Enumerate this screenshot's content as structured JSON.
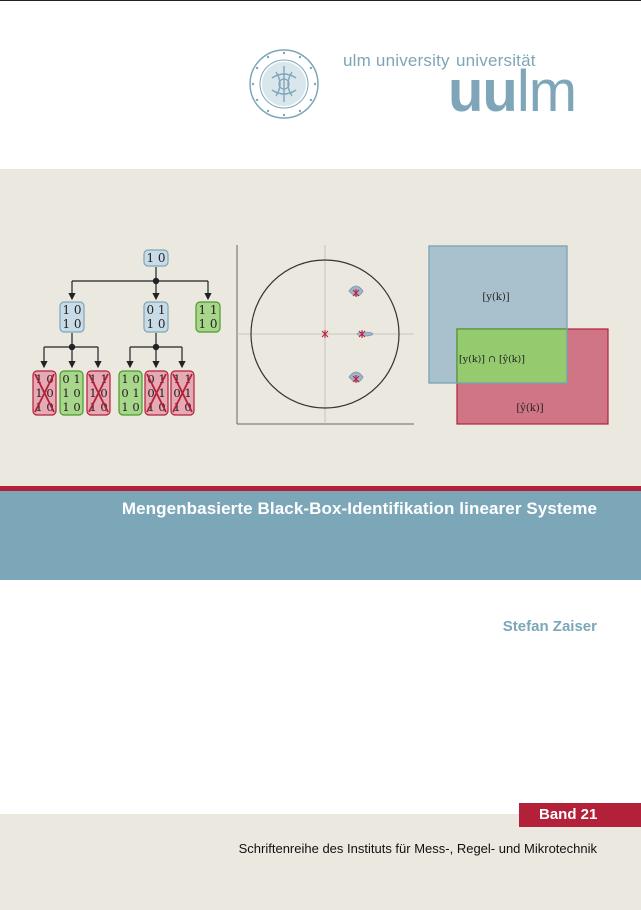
{
  "header": {
    "name_en": "ulm university",
    "name_de": "universität",
    "wordmark_bold": "uu",
    "wordmark_regular": "lm",
    "seal_text": "UNIVERSITAT ULM SCIENDO DOCENDO CURANDO"
  },
  "figure": {
    "tree": {
      "root": "1 0",
      "level1": [
        [
          "1 0",
          "1 0"
        ],
        [
          "0 1",
          "1 0"
        ],
        [
          "1 1",
          "1 0"
        ]
      ],
      "leaves": [
        [
          "1 0",
          "1 0",
          "1 0"
        ],
        [
          "0 1",
          "1 0",
          "1 0"
        ],
        [
          "1 1",
          "1 0",
          "1 0"
        ],
        [
          "1 0",
          "0 1",
          "1 0"
        ],
        [
          "0 1",
          "0 1",
          "1 0"
        ],
        [
          "1 1",
          "0 1",
          "1 0"
        ]
      ],
      "leaf_status": [
        "rejected",
        "accepted",
        "rejected",
        "accepted",
        "rejected",
        "rejected"
      ]
    },
    "sets": {
      "label_y": "[y(k)]",
      "label_intersection": "[y(k)] ∩ [ŷ(k)]",
      "label_yhat": "[ŷ(k)]"
    }
  },
  "title": "Mengenbasierte Black-Box-Identifikation linearer Systeme",
  "author": "Stefan Zaiser",
  "volume": "Band 21",
  "series": "Schriftenreihe des Instituts für Mess-, Regel- und Mikrotechnik",
  "colors": {
    "accent_blue": "#7ba7b9",
    "accent_red": "#b2203a",
    "band_beige": "#ebe8df",
    "node_blue": "#c9dbe6",
    "node_green": "#a8d68a",
    "node_red": "#e7a9b4"
  }
}
